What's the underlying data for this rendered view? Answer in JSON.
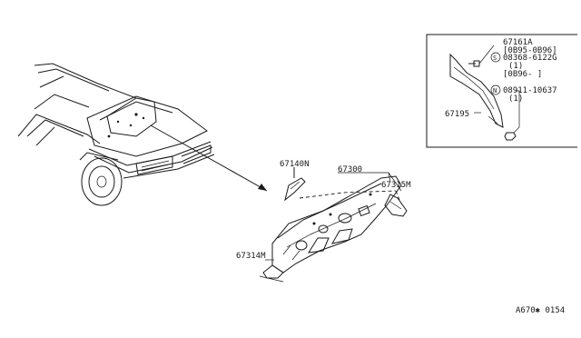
{
  "inset": {
    "part_clip": "67161A",
    "clip_range_1": "[0B95-0B96]",
    "screw_symbol": "S",
    "screw_part": "08368-6122G",
    "screw_qty": "(1)",
    "screw_range": "[0B96-     ]",
    "nut_symbol": "N",
    "nut_part": "08911-10637",
    "nut_qty": "(1)",
    "insulator_part": "67195"
  },
  "main": {
    "part_67140N": "67140N",
    "part_67300": "67300",
    "part_67315M": "67315M",
    "part_67314M": "67314M"
  },
  "footer": {
    "code": "A670✱ 0154"
  }
}
